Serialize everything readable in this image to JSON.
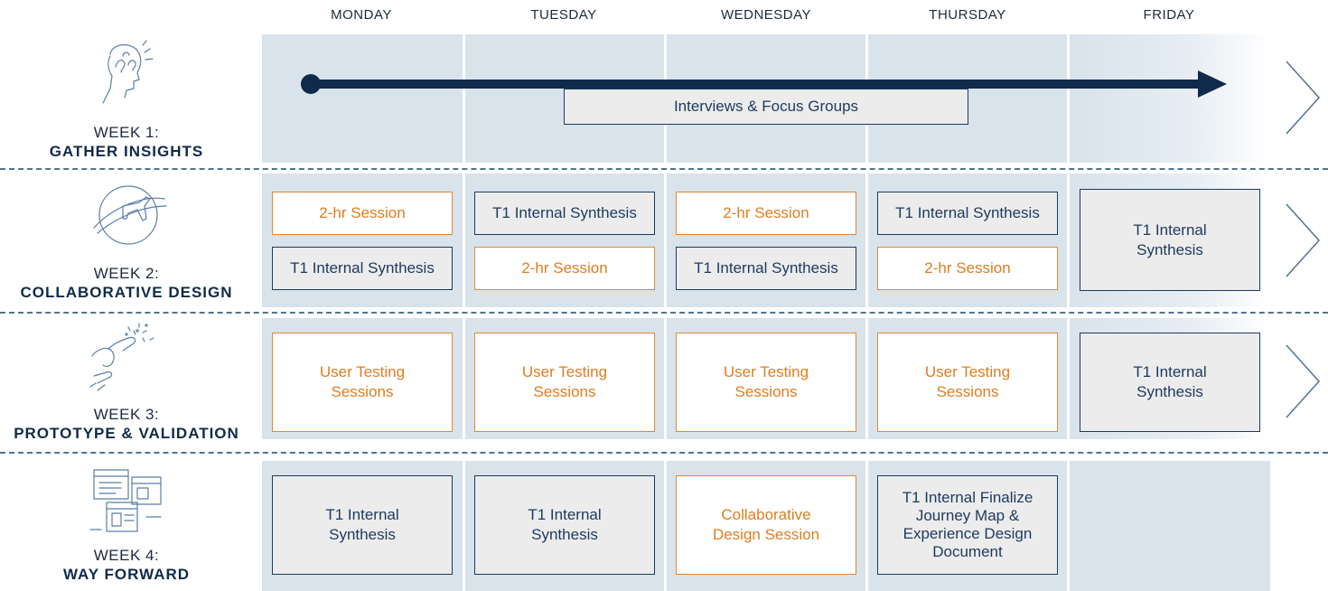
{
  "days": [
    "MONDAY",
    "TUESDAY",
    "WEDNESDAY",
    "THURSDAY",
    "FRIDAY"
  ],
  "colors": {
    "navy": "#1c3a5e",
    "orange": "#e08a2e",
    "column_bg": "#d9e3ec",
    "box_gray": "#ececec"
  },
  "weeks": [
    {
      "number": "WEEK 1:",
      "title": "GATHER INSIGHTS",
      "icon": "thinking-person-icon",
      "timeline_label": "Interviews & Focus Groups"
    },
    {
      "number": "WEEK 2:",
      "title": "COLLABORATIVE DESIGN",
      "icon": "globe-airplane-icon",
      "cells": [
        [
          "2-hr Session",
          "T1 Internal Synthesis"
        ],
        [
          "T1 Internal Synthesis",
          "2-hr Session"
        ],
        [
          "2-hr Session",
          "T1 Internal Synthesis"
        ],
        [
          "T1 Internal Synthesis",
          "2-hr Session"
        ],
        [
          "T1 Internal Synthesis"
        ]
      ]
    },
    {
      "number": "WEEK 3:",
      "title": "PROTOTYPE & VALIDATION",
      "icon": "hand-sparkle-icon",
      "cells": [
        "User Testing Sessions",
        "User Testing Sessions",
        "User Testing Sessions",
        "User Testing Sessions",
        "T1 Internal Synthesis"
      ]
    },
    {
      "number": "WEEK 4:",
      "title": "WAY FORWARD",
      "icon": "browser-windows-icon",
      "cells": [
        "T1 Internal Synthesis",
        "T1 Internal Synthesis",
        "Collaborative Design Session",
        "T1 Internal Finalize Journey Map & Experience Design Document"
      ]
    }
  ]
}
